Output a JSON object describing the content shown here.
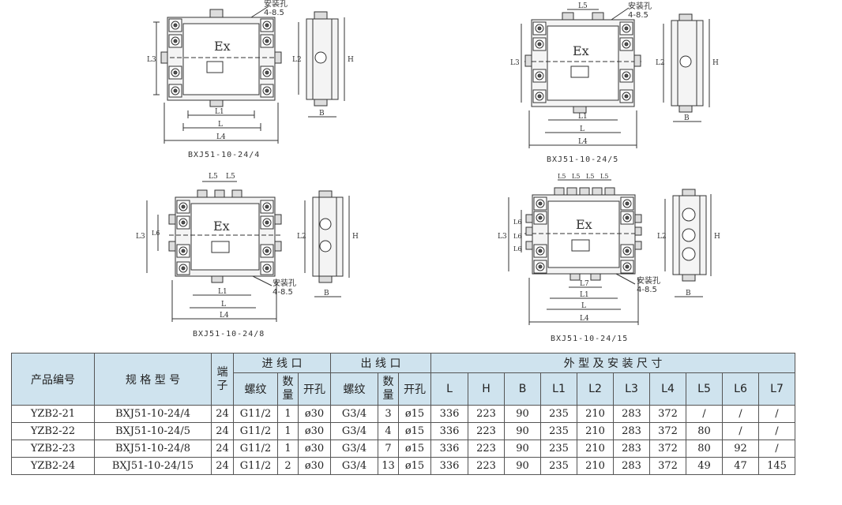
{
  "drawings": {
    "caption_1": "BXJ51-10-24/4",
    "caption_2": "BXJ51-10-24/5",
    "caption_3": "BXJ51-10-24/8",
    "caption_4": "BXJ51-10-24/15",
    "install_hole_label": "安装孔",
    "install_hole_spec": "4-8.5",
    "ex_mark": "Ex",
    "dim": {
      "L": "L",
      "H": "H",
      "B": "B",
      "L1": "L1",
      "L2": "L2",
      "L3": "L3",
      "L4": "L4",
      "L5": "L5",
      "L6": "L6",
      "L7": "L7"
    }
  },
  "table": {
    "h_product_no": "产品编号",
    "h_model": "规 格 型 号",
    "h_terminal": "端子",
    "h_inlet": "进 线 口",
    "h_outlet": "出 线 口",
    "h_dims": "外 型 及 安 装 尺 寸",
    "h_thread": "螺纹",
    "h_qty": "数量",
    "h_hole": "开孔",
    "h_L": "L",
    "h_H": "H",
    "h_B": "B",
    "h_L1": "L1",
    "h_L2": "L2",
    "h_L3": "L3",
    "h_L4": "L4",
    "h_L5": "L5",
    "h_L6": "L6",
    "h_L7": "L7",
    "rows": [
      [
        "YZB2-21",
        "BXJ51-10-24/4",
        "24",
        "G11/2",
        "1",
        "ø30",
        "G3/4",
        "3",
        "ø15",
        "336",
        "223",
        "90",
        "235",
        "210",
        "283",
        "372",
        "/",
        "/",
        "/"
      ],
      [
        "YZB2-22",
        "BXJ51-10-24/5",
        "24",
        "G11/2",
        "1",
        "ø30",
        "G3/4",
        "4",
        "ø15",
        "336",
        "223",
        "90",
        "235",
        "210",
        "283",
        "372",
        "80",
        "/",
        "/"
      ],
      [
        "YZB2-23",
        "BXJ51-10-24/8",
        "24",
        "G11/2",
        "1",
        "ø30",
        "G3/4",
        "7",
        "ø15",
        "336",
        "223",
        "90",
        "235",
        "210",
        "283",
        "372",
        "80",
        "92",
        "/"
      ],
      [
        "YZB2-24",
        "BXJ51-10-24/15",
        "24",
        "G11/2",
        "2",
        "ø30",
        "G3/4",
        "13",
        "ø15",
        "336",
        "223",
        "90",
        "235",
        "210",
        "283",
        "372",
        "49",
        "47",
        "145"
      ]
    ]
  }
}
